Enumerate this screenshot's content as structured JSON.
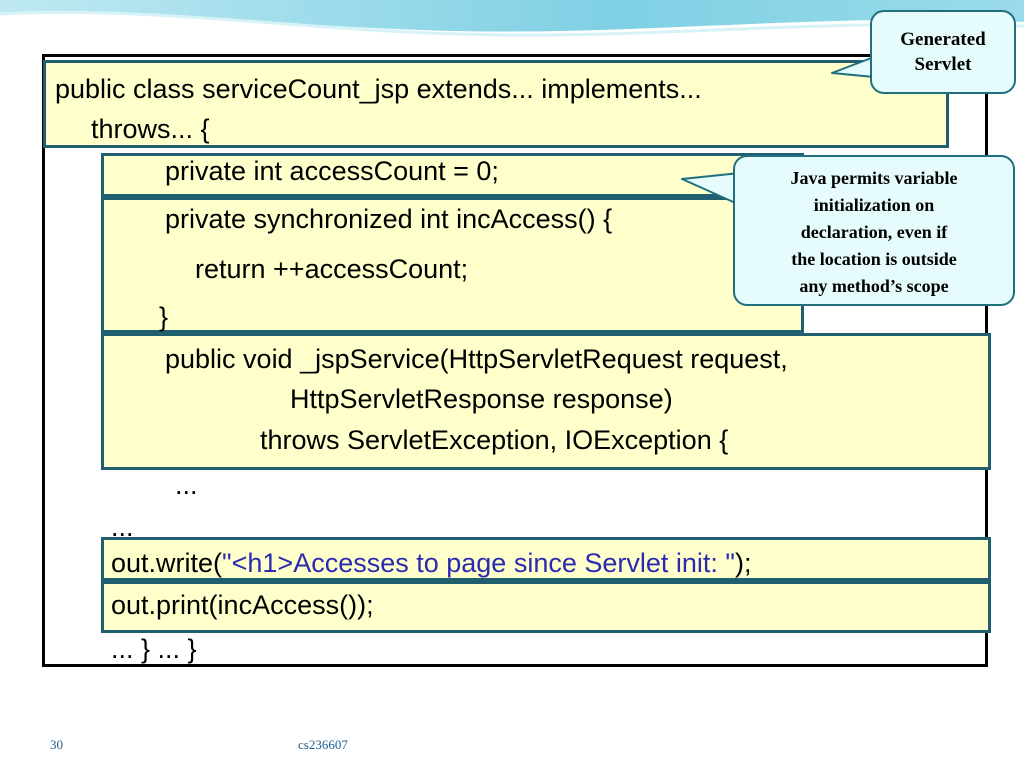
{
  "slide": {
    "code": {
      "line1": "public class serviceCount_jsp extends... implements...",
      "line2": "throws... {",
      "line3": "private int accessCount = 0;",
      "line4": "private synchronized int incAccess() {",
      "line5": "return ++accessCount;",
      "line6": "}",
      "line7": "public void _jspService(HttpServletRequest request,",
      "line8": "HttpServletResponse response)",
      "line9": "throws ServletException, IOException {",
      "line10": "...",
      "line11": "...",
      "line12_pre": "out.write(",
      "line12_str": "\"<h1>Accesses to page since Servlet init: \"",
      "line12_post": ");",
      "line13": "out.print(incAccess());",
      "line14": "... } ... }"
    },
    "callouts": {
      "generated_servlet": [
        "Generated",
        "Servlet"
      ],
      "java_permits": [
        "Java permits variable",
        "initialization on",
        "declaration, even if",
        "the location is outside",
        "any method’s scope"
      ]
    },
    "footer": {
      "page_number": "30",
      "course": "cs236607"
    },
    "colors": {
      "highlight_fill": "#ffffcc",
      "highlight_border": "#1f5f6f",
      "callout_fill": "#e6fbfb",
      "string_literal": "#2b2bb0"
    }
  }
}
